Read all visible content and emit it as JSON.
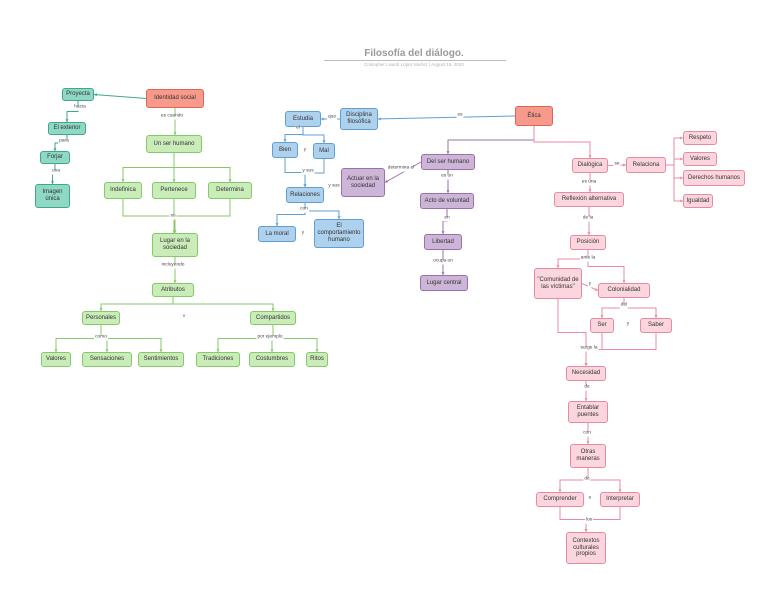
{
  "header": {
    "title": "Filosofía del diálogo.",
    "subtitle": "Cristopher Lisardi López Muñoz | August 16, 2020"
  },
  "nodes": [
    {
      "id": "proyecta",
      "text": "Proyecta",
      "color": "teal"
    },
    {
      "id": "identidad",
      "text": "Identidad social",
      "color": "red"
    },
    {
      "id": "exterior",
      "text": "El exterior",
      "color": "teal"
    },
    {
      "id": "forjar",
      "text": "Forjar",
      "color": "teal"
    },
    {
      "id": "imagen",
      "text": "Imagen única",
      "color": "teal"
    },
    {
      "id": "ser_humano",
      "text": "Un ser humano",
      "color": "green"
    },
    {
      "id": "indefinica",
      "text": "Indefinica",
      "color": "green"
    },
    {
      "id": "pertenece",
      "text": "Pertenece",
      "color": "green"
    },
    {
      "id": "determina",
      "text": "Determina",
      "color": "green"
    },
    {
      "id": "lugar",
      "text": "Lugar en la sociedad",
      "color": "green"
    },
    {
      "id": "atributos",
      "text": "Atributos",
      "color": "green"
    },
    {
      "id": "personales",
      "text": "Personales",
      "color": "green"
    },
    {
      "id": "compartidos",
      "text": "Compartidos",
      "color": "green"
    },
    {
      "id": "valores_g",
      "text": "Valores",
      "color": "green"
    },
    {
      "id": "sensaciones",
      "text": "Sensaciones",
      "color": "green"
    },
    {
      "id": "sentimientos",
      "text": "Sentimientos",
      "color": "green"
    },
    {
      "id": "tradiciones",
      "text": "Tradiciones",
      "color": "green"
    },
    {
      "id": "costumbres",
      "text": "Costumbres",
      "color": "green"
    },
    {
      "id": "ritos",
      "text": "Ritos",
      "color": "green"
    },
    {
      "id": "estudia",
      "text": "Estudia",
      "color": "blue"
    },
    {
      "id": "disciplina",
      "text": "Disciplina filosófica",
      "color": "blue"
    },
    {
      "id": "bien",
      "text": "Bien",
      "color": "blue"
    },
    {
      "id": "mal",
      "text": "Mal",
      "color": "blue"
    },
    {
      "id": "relaciones_b",
      "text": "Relaciones",
      "color": "blue"
    },
    {
      "id": "moral",
      "text": "La moral",
      "color": "blue"
    },
    {
      "id": "comportamiento",
      "text": "El comportamiento humano",
      "color": "blue"
    },
    {
      "id": "etica",
      "text": "Ética",
      "color": "red"
    },
    {
      "id": "actuar",
      "text": "Actuar en la sociedad",
      "color": "purple"
    },
    {
      "id": "del_ser",
      "text": "Del ser humano",
      "color": "purple"
    },
    {
      "id": "acto",
      "text": "Acto de voluntad",
      "color": "purple"
    },
    {
      "id": "libertad",
      "text": "Libertad",
      "color": "purple"
    },
    {
      "id": "lugar_central",
      "text": "Lugar central",
      "color": "purple"
    },
    {
      "id": "dialogica",
      "text": "Dialógica",
      "color": "pink"
    },
    {
      "id": "relaciona",
      "text": "Relaciona",
      "color": "pink"
    },
    {
      "id": "respeto",
      "text": "Respeto",
      "color": "pink"
    },
    {
      "id": "valores_p",
      "text": "Valores",
      "color": "pink"
    },
    {
      "id": "derechos",
      "text": "Derechos humanos",
      "color": "pink"
    },
    {
      "id": "igualdad",
      "text": "Igualdad",
      "color": "pink"
    },
    {
      "id": "reflexion",
      "text": "Reflexión alternativa",
      "color": "pink"
    },
    {
      "id": "posicion",
      "text": "Posición",
      "color": "pink"
    },
    {
      "id": "comunidad",
      "text": "\"Comunidad de las víctimas\"",
      "color": "pink"
    },
    {
      "id": "colonialidad",
      "text": "Colonialidad",
      "color": "pink"
    },
    {
      "id": "ser",
      "text": "Ser",
      "color": "pink"
    },
    {
      "id": "saber",
      "text": "Saber",
      "color": "pink"
    },
    {
      "id": "necesidad",
      "text": "Necesidad",
      "color": "pink"
    },
    {
      "id": "entablar",
      "text": "Entablar puentes",
      "color": "pink"
    },
    {
      "id": "otras",
      "text": "Otras maneras",
      "color": "pink"
    },
    {
      "id": "comprender",
      "text": "Comprender",
      "color": "pink"
    },
    {
      "id": "interpretar",
      "text": "Interpretar",
      "color": "pink"
    },
    {
      "id": "contextos",
      "text": "Contextos culturales propios",
      "color": "pink"
    }
  ],
  "edge_labels": [
    {
      "id": "hacia",
      "text": "hacia"
    },
    {
      "id": "para",
      "text": "para"
    },
    {
      "id": "una",
      "text": "una"
    },
    {
      "id": "es_cuando",
      "text": "es cuando"
    },
    {
      "id": "su",
      "text": "su"
    },
    {
      "id": "incluyendo",
      "text": "incluyendo"
    },
    {
      "id": "y_attr",
      "text": "Y"
    },
    {
      "id": "como",
      "text": "como"
    },
    {
      "id": "por_ejemplo",
      "text": "por ejemplo"
    },
    {
      "id": "es",
      "text": "es"
    },
    {
      "id": "que",
      "text": "que"
    },
    {
      "id": "el",
      "text": "el"
    },
    {
      "id": "y_bm",
      "text": "y"
    },
    {
      "id": "y_sus",
      "text": "y sus"
    },
    {
      "id": "y_sus2",
      "text": "y sus"
    },
    {
      "id": "con",
      "text": "con"
    },
    {
      "id": "y_mc",
      "text": "y"
    },
    {
      "id": "determina_el",
      "text": "determina el"
    },
    {
      "id": "es_un",
      "text": "es un"
    },
    {
      "id": "en",
      "text": "en"
    },
    {
      "id": "ocupa_un",
      "text": "ocupa un"
    },
    {
      "id": "se",
      "text": "se"
    },
    {
      "id": "es_una",
      "text": "es una"
    },
    {
      "id": "de_la",
      "text": "de la"
    },
    {
      "id": "ante_la",
      "text": "ante la"
    },
    {
      "id": "y_cc",
      "text": "y"
    },
    {
      "id": "del",
      "text": "del"
    },
    {
      "id": "y_ss",
      "text": "y"
    },
    {
      "id": "surge_la",
      "text": "surge la"
    },
    {
      "id": "de",
      "text": "de"
    },
    {
      "id": "con2",
      "text": "con"
    },
    {
      "id": "de2",
      "text": "de"
    },
    {
      "id": "e",
      "text": "e"
    },
    {
      "id": "los",
      "text": "los"
    }
  ]
}
